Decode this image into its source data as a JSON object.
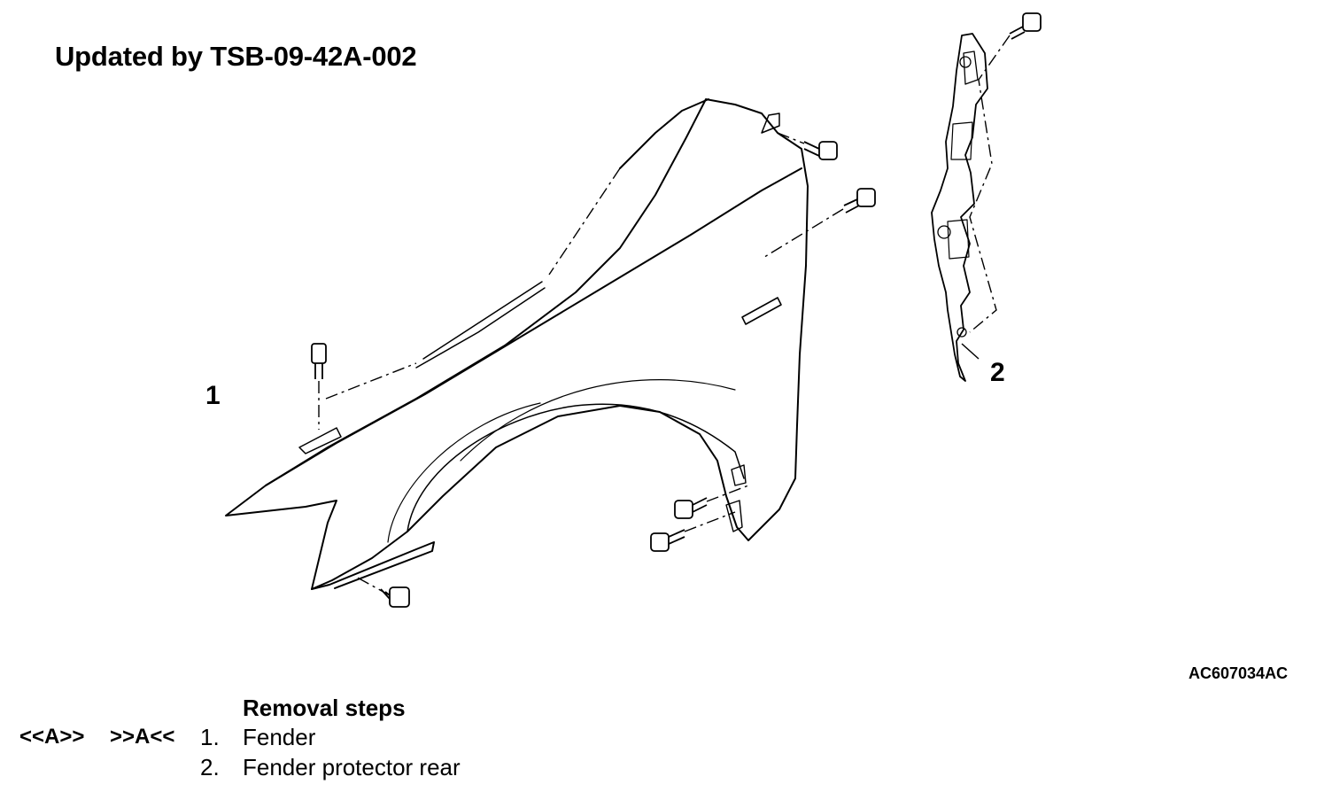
{
  "header": {
    "title": "Updated by TSB-09-42A-002"
  },
  "callouts": {
    "fender": "1",
    "protector": "2"
  },
  "figure_code": "AC607034AC",
  "removal": {
    "heading": "Removal steps",
    "steps": [
      {
        "install_mark": "<<A>>",
        "removal_mark": ">>A<<",
        "number": "1.",
        "name": "Fender"
      },
      {
        "install_mark": "",
        "removal_mark": "",
        "number": "2.",
        "name": "Fender protector rear"
      }
    ]
  }
}
